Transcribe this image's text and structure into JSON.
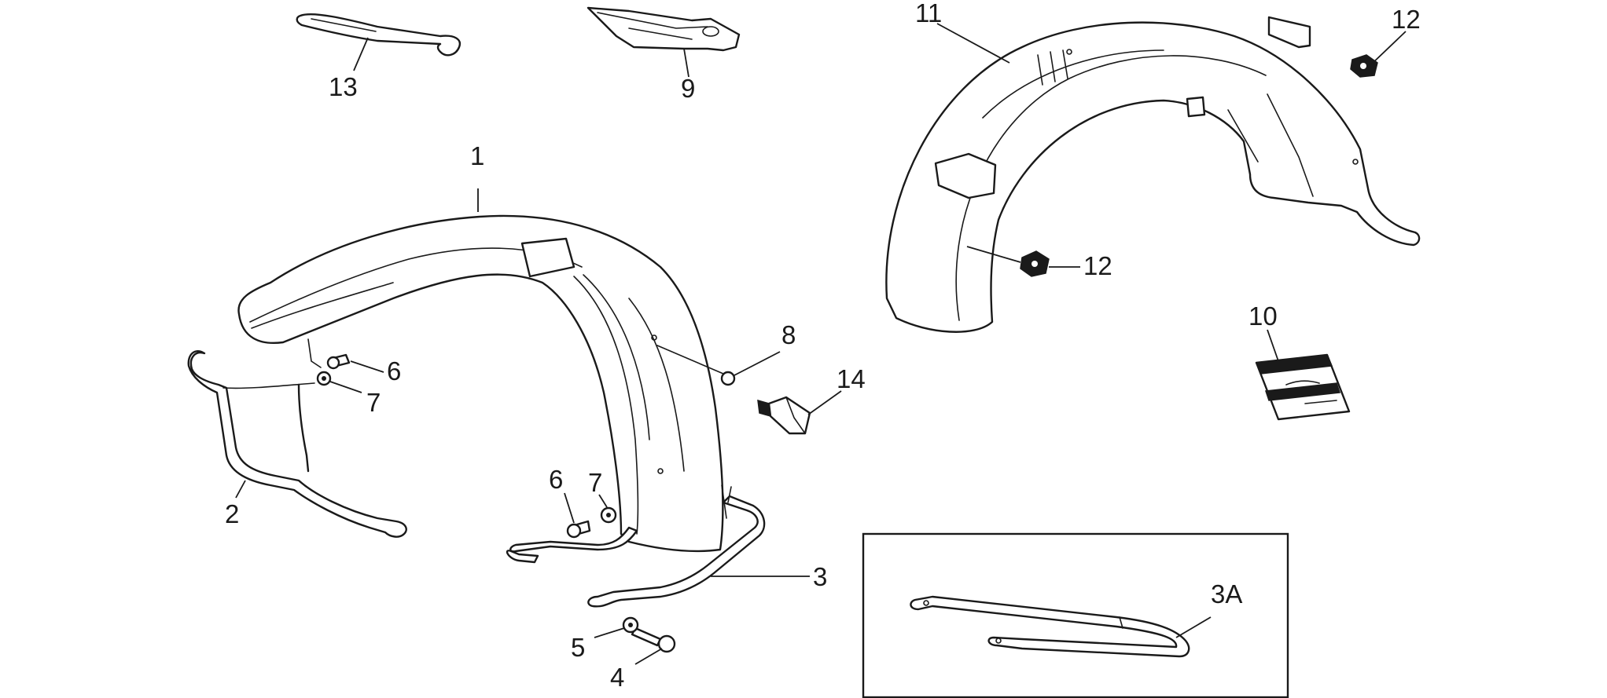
{
  "callouts": {
    "c1": "1",
    "c2": "2",
    "c3": "3",
    "c3a": "3A",
    "c4": "4",
    "c5": "5",
    "c6a": "6",
    "c6b": "6",
    "c7a": "7",
    "c7b": "7",
    "c8": "8",
    "c9": "9",
    "c10": "10",
    "c11": "11",
    "c12a": "12",
    "c12b": "12",
    "c13": "13",
    "c14": "14"
  }
}
